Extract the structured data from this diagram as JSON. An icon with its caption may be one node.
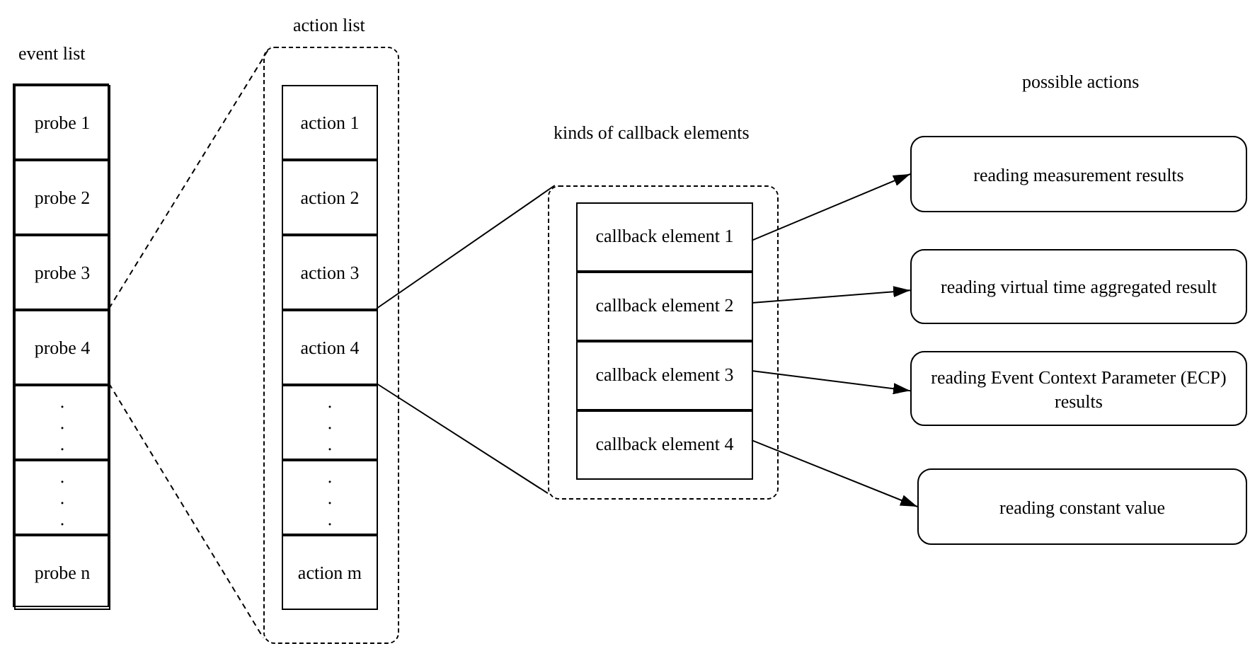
{
  "diagram": {
    "nodes": [
      {
        "text": [
          "event list"
        ]
      },
      {
        "text": [
          "probe 1"
        ],
        "in": 0
      },
      {
        "text": [
          "probe 2"
        ],
        "in": 0
      },
      {
        "text": [
          "probe 3"
        ],
        "in": 0
      },
      {
        "text": [
          "probe 4"
        ],
        "in": 0
      },
      {
        "text": [
          ". . ."
        ],
        "in": 0
      },
      {
        "text": [
          ". . ."
        ],
        "in": 0
      },
      {
        "text": [
          "probe n"
        ],
        "in": 0
      },
      {
        "text": [
          "action list"
        ]
      },
      {
        "text": [
          "action 1"
        ],
        "in": 8
      },
      {
        "text": [
          "action 2"
        ],
        "in": 8
      },
      {
        "text": [
          "action 3"
        ],
        "in": 8
      },
      {
        "text": [
          "action 4"
        ],
        "in": 8
      },
      {
        "text": [
          ". . ."
        ],
        "in": 8
      },
      {
        "text": [
          ". . ."
        ],
        "in": 8
      },
      {
        "text": [
          "action m"
        ],
        "in": 8
      },
      {
        "text": [
          "kinds of callback elements"
        ]
      },
      {
        "text": [
          "callback element 1"
        ],
        "in": 16
      },
      {
        "text": [
          "callback element 2"
        ],
        "in": 16
      },
      {
        "text": [
          "callback element 3"
        ],
        "in": 16
      },
      {
        "text": [
          "callback element 4"
        ],
        "in": 16
      },
      {
        "text": [
          "reading measurement results"
        ]
      },
      {
        "text": [
          "reading virtual time aggregated result"
        ]
      },
      {
        "text": [
          "reading Event Context Parameter (ECP) results"
        ]
      },
      {
        "text": [
          "reading constant value"
        ]
      }
    ],
    "edges": [
      {
        "from": 4,
        "to": 8,
        "arrow": "none",
        "style": "dashed"
      },
      {
        "from": 4,
        "to": 8,
        "arrow": "none",
        "style": "dashed"
      },
      {
        "from": 12,
        "to": 16,
        "arrow": "none"
      },
      {
        "from": 12,
        "to": 16,
        "arrow": "none"
      },
      {
        "from": 17,
        "to": 21,
        "arrow": "to"
      },
      {
        "from": 18,
        "to": 22,
        "arrow": "to"
      },
      {
        "from": 19,
        "to": 23,
        "arrow": "to"
      },
      {
        "from": 20,
        "to": 24,
        "arrow": "to"
      }
    ],
    "labels": [
      "possible actions"
    ]
  }
}
